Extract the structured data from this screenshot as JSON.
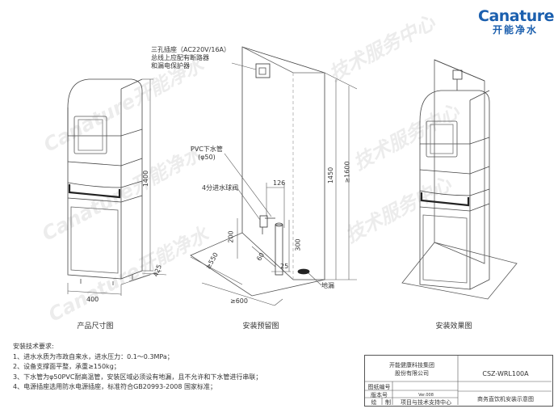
{
  "brand": {
    "logo": "Canature",
    "cn": "开能净水"
  },
  "callouts": {
    "socket_l1": "三孔插座（AC220V/16A）",
    "socket_l2": "总线上应配有断路器",
    "socket_l3": "和漏电保护器",
    "pipe_l1": "PVC下水管",
    "pipe_l2": "(φ50)",
    "valve": "4分进水球阀",
    "drain": "地漏"
  },
  "dims": {
    "product_height": "1400",
    "product_width": "400",
    "product_depth": "425",
    "valve_offset": "126",
    "height_1450": "1450",
    "height_1600": "≥1600",
    "h_200": "200",
    "h_300": "300",
    "d_60": "60",
    "d_25": "25",
    "d_550": "≥550",
    "d_600": "≥600"
  },
  "captions": {
    "product": "产品尺寸图",
    "install": "安装预留图",
    "effect": "安装效果图"
  },
  "notes": {
    "title": "安装技术要求:",
    "items": [
      "1、进水水质为市政自来水，进水压力：0.1～0.3MPa；",
      "2、设备支撑面平整，承重≥150kg；",
      "3、下水管为φ50PVC耐高温管，安装区域必须设有地漏，且不允许和下水管进行串联；",
      "4、电源插座选用防水电源插座，标准符合GB20993-2008 国家标准；"
    ]
  },
  "title_block": {
    "company_l1": "开能健康科技集团",
    "company_l2": "股份有限公司",
    "model": "CSZ-WRL100A",
    "drawing_no_label": "图纸编号",
    "version_label": "版本号",
    "version": "Ver.008",
    "drawn_label": "绘",
    "drawn_sep": "制",
    "department": "项目与技术支持中心",
    "drawing_title": "商务直饮机安装示意图"
  },
  "watermark": {
    "en": "Canature",
    "cn": "开能净水",
    "service": "技术服务中心"
  }
}
